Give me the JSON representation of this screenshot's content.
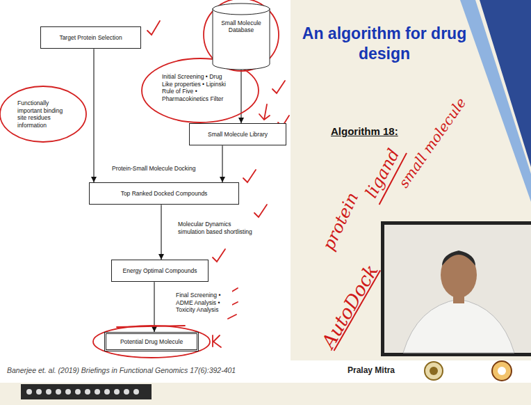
{
  "diagram": {
    "title": "An algorithm for drug design",
    "nodes": [
      {
        "text": [
          "Target Protein Selection"
        ]
      },
      {
        "text": [
          "Small Molecule Database"
        ]
      },
      {
        "text": [
          "Small Molecule Library"
        ]
      },
      {
        "text": [
          "Top Ranked Docked Compounds"
        ]
      },
      {
        "text": [
          "Energy Optimal Compounds"
        ]
      },
      {
        "text": [
          "Potential Drug Molecule"
        ]
      }
    ],
    "edges": [
      {
        "from": 0,
        "to": 3,
        "arrow": "to",
        "label": "Functionally important binding site residues information"
      },
      {
        "from": 1,
        "to": 2,
        "arrow": "to",
        "label": "Initial Screening • Drug Like properties • Lipinski Rule of Five • Pharmacokinetics Filter"
      },
      {
        "from": 2,
        "to": 3,
        "arrow": "to"
      },
      {
        "from": 3,
        "to": 4,
        "arrow": "to",
        "label": "Molecular Dynamics simulation based shortlisting"
      },
      {
        "from": 4,
        "to": 5,
        "arrow": "to",
        "label": "Final Screening • ADME Analysis • Toxicity Analysis"
      }
    ],
    "labels": [
      "Protein-Small Molecule Docking",
      "Algorithm 18:",
      "protein",
      "ligand",
      "small molecule",
      "AutoDock",
      "Banerjee et. al. (2019) Briefings in Functional Genomics 17(6):392-401",
      "Pralay Mitra"
    ]
  }
}
